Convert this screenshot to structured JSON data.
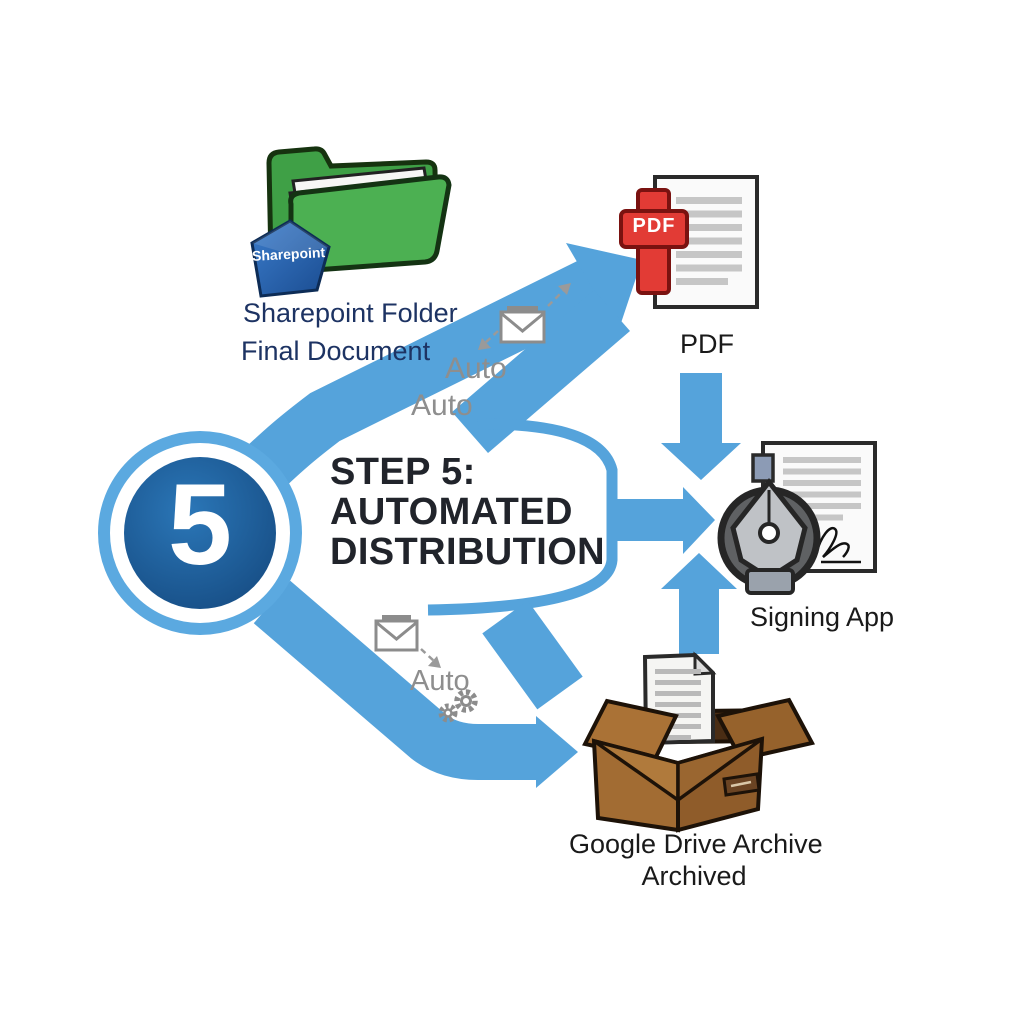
{
  "step": {
    "number": "5",
    "title_line1": "STEP 5:",
    "title_line2": "AUTOMATED",
    "title_line3": "DISTRIBUTION"
  },
  "sharepoint": {
    "badge": "Sharepoint",
    "label_line1": "Sharepoint Folder",
    "label_line2": "Final Document"
  },
  "pdf": {
    "badge": "PDF",
    "label": "PDF"
  },
  "signing": {
    "label": "Signing App"
  },
  "archive": {
    "label_line1": "Google Drive Archive",
    "label_line2": "Archived"
  },
  "annotations": {
    "auto_top": "Auto",
    "auto_middle": "Auto",
    "auto_bottom": "Auto"
  },
  "colors": {
    "arrow": "#55A3DB",
    "ring": "#5BA9E0",
    "circle": "#1D5C9B",
    "title": "#21242b",
    "label": "#1a1a1a",
    "navy": "#1d3363",
    "auto": "#8e8e8e",
    "folder_green": "#4CB052",
    "pdf_red": "#E23B35",
    "box_brown": "#A26C33",
    "pen_gray": "#5F6163"
  }
}
